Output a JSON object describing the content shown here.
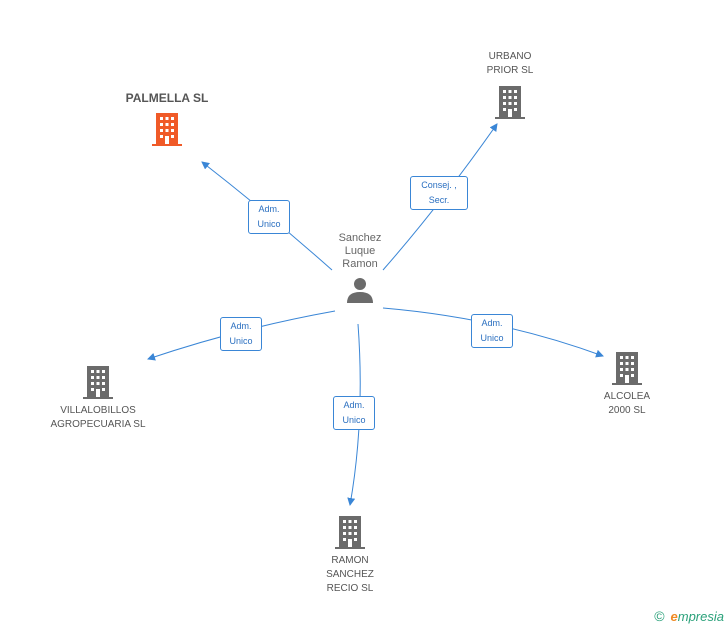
{
  "center": {
    "name": "Sanchez\nLuque\nRamon",
    "icon": "person-icon"
  },
  "companies": [
    {
      "id": "palmella",
      "name": "PALMELLA SL",
      "highlight": true,
      "icon": "building-icon"
    },
    {
      "id": "urbano",
      "name": "URBANO\nPRIOR SL",
      "highlight": false,
      "icon": "building-icon"
    },
    {
      "id": "villalobillos",
      "name": "VILLALOBILLOS\nAGROPECUARIA SL",
      "highlight": false,
      "icon": "building-icon"
    },
    {
      "id": "alcolea",
      "name": "ALCOLEA\n2000 SL",
      "highlight": false,
      "icon": "building-icon"
    },
    {
      "id": "ramon",
      "name": "RAMON\nSANCHEZ\nRECIO SL",
      "highlight": false,
      "icon": "building-icon"
    }
  ],
  "roles": [
    {
      "to": "palmella",
      "label": "Adm.\nUnico"
    },
    {
      "to": "urbano",
      "label": "Consej. ,\nSecr."
    },
    {
      "to": "villalobillos",
      "label": "Adm.\nUnico"
    },
    {
      "to": "alcolea",
      "label": "Adm.\nUnico"
    },
    {
      "to": "ramon",
      "label": "Adm.\nUnico"
    }
  ],
  "colors": {
    "edge": "#3a86d6",
    "building": "#6b6b6b",
    "highlight": "#f05a28",
    "person": "#6b6b6b"
  },
  "footer": {
    "copyright": "©",
    "brand_e": "e",
    "brand_rest": "mpresia"
  }
}
